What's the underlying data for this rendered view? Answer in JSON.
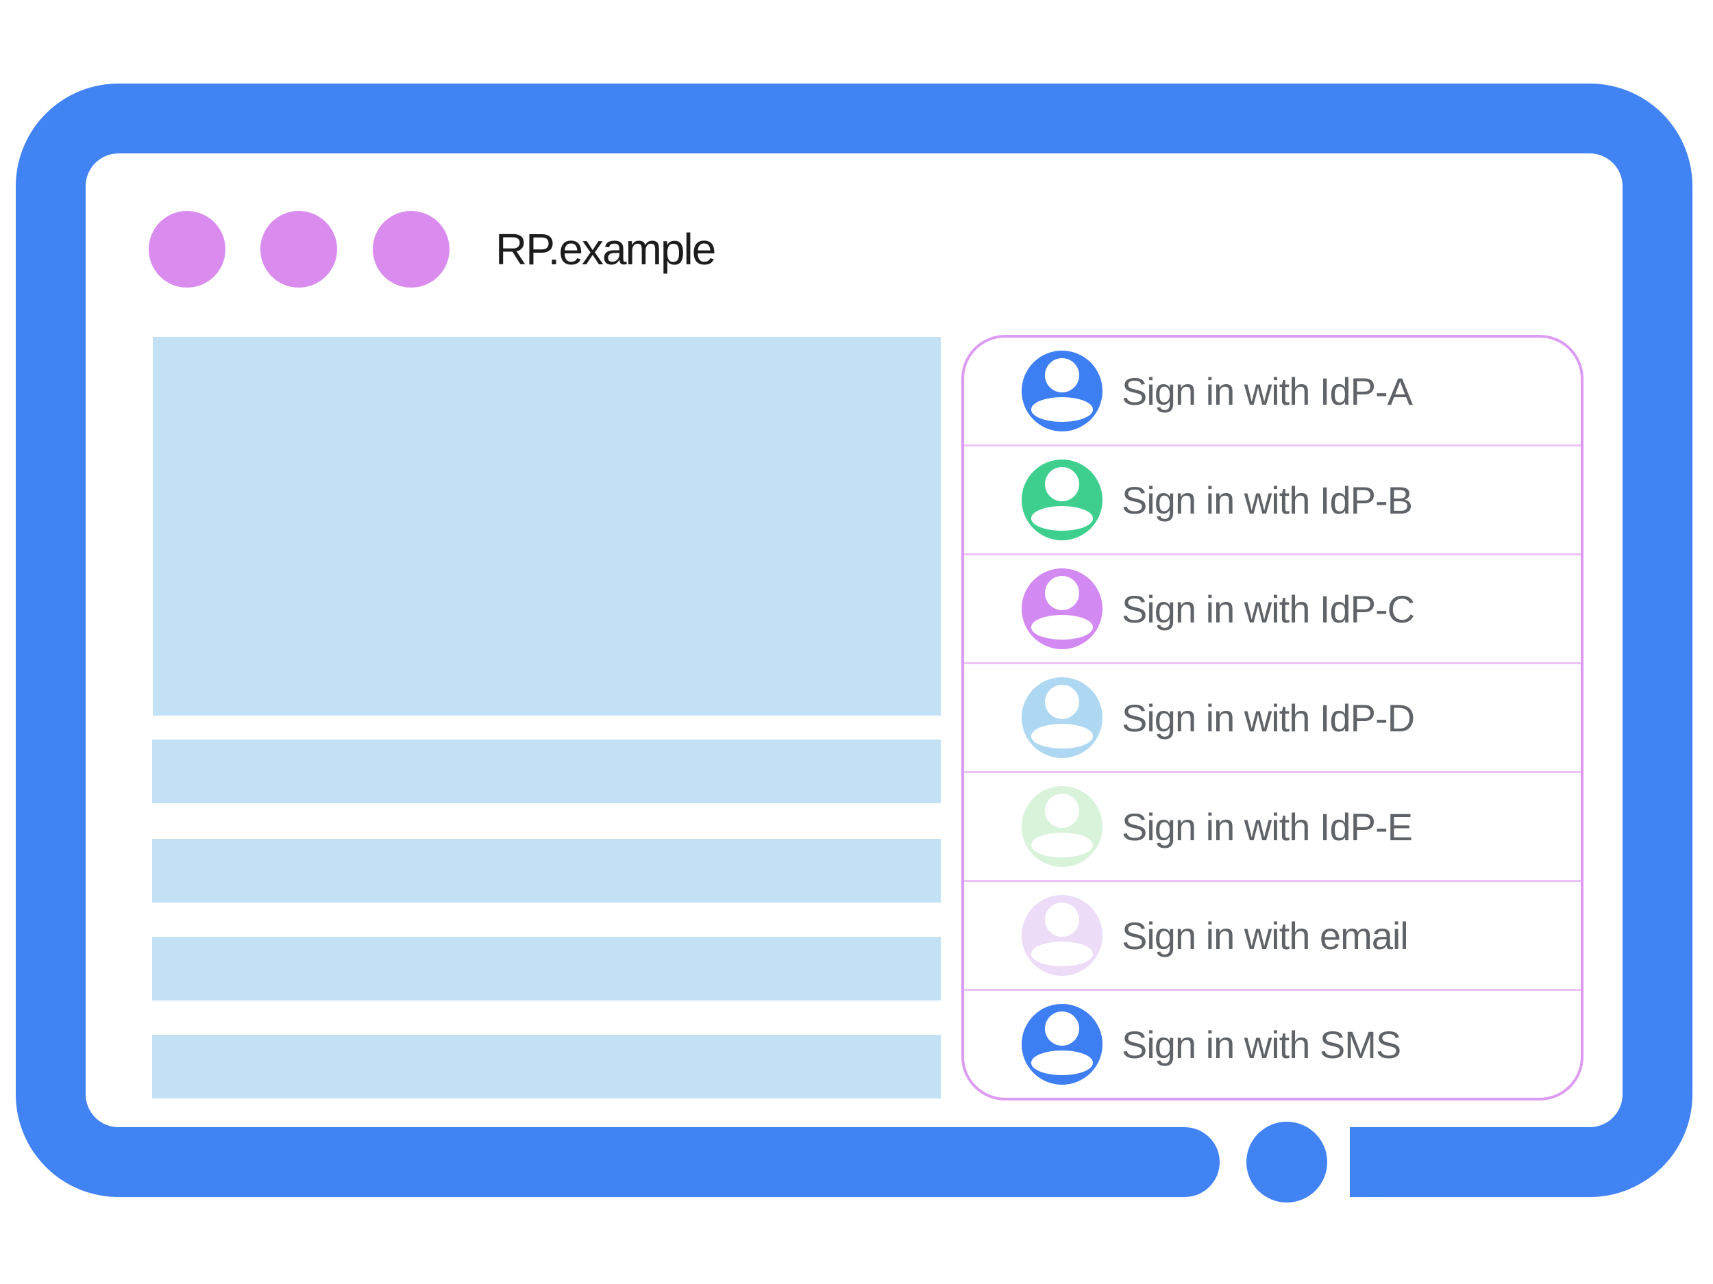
{
  "colors": {
    "frame": "#4183f3",
    "window_dot": "#d98ced",
    "placeholder": "#c2e1f5",
    "panel_border": "#dc9bf2",
    "panel_divider": "#eec2f6",
    "label_text": "#5f6368",
    "title_text": "#1c1c1c"
  },
  "browser_window": {
    "title": "RP.example"
  },
  "signin_panel": {
    "options": [
      {
        "label": "Sign in with IdP-A",
        "avatar_color": "#3d7ef2"
      },
      {
        "label": "Sign in with IdP-B",
        "avatar_color": "#3ecf8e"
      },
      {
        "label": "Sign in with IdP-C",
        "avatar_color": "#d289f2"
      },
      {
        "label": "Sign in with IdP-D",
        "avatar_color": "#aed7f2"
      },
      {
        "label": "Sign in with IdP-E",
        "avatar_color": "#d9f2da"
      },
      {
        "label": "Sign in with email",
        "avatar_color": "#ecdcf7"
      },
      {
        "label": "Sign in with SMS",
        "avatar_color": "#3d7ef2"
      }
    ]
  }
}
